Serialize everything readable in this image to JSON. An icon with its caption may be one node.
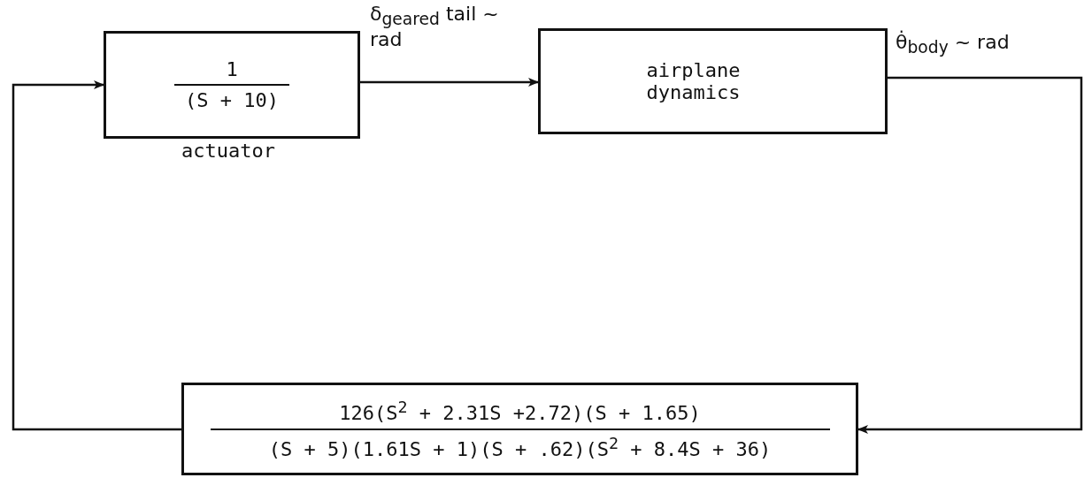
{
  "diagram": {
    "nodes": [
      {
        "text": [
          "1",
          "(S + 10)"
        ],
        "beside": [
          "actuator"
        ]
      },
      {
        "text": [
          "airplane dynamics"
        ]
      },
      {
        "text": [
          "126(S$^{2}$ + 2.31S +2.72)(S + 1.65)",
          "(S + 5)(1.61S + 1)(S + .62)(S$^{2}$ + 8.4S + 36)"
        ]
      }
    ],
    "edges": [
      {
        "from": 0,
        "to": 1,
        "arrow": "to",
        "label": "δ$_{geared}$ tail ~ rad"
      },
      {
        "from": 1,
        "to": 2,
        "arrow": "to",
        "label": "θ̇$_{body}$ ~ rad"
      },
      {
        "from": 2,
        "to": 0,
        "arrow": "to"
      }
    ]
  }
}
